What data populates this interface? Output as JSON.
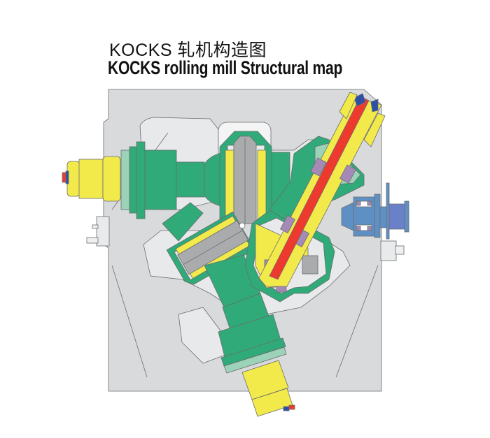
{
  "title": {
    "chinese": "KOCKS 轧机构造图",
    "english": "KOCKS rolling mill Structural map"
  },
  "diagram": {
    "subject": "KOCKS three-roll rolling mill cross-section",
    "components": [
      {
        "name": "housing",
        "color": "#d9dadb"
      },
      {
        "name": "roll-shafts",
        "color": "#2faa78"
      },
      {
        "name": "bearing-housings",
        "color": "#f2ea4a"
      },
      {
        "name": "rolls",
        "color": "#a9abad"
      },
      {
        "name": "drive-shaft-adjustment",
        "color": "#ee3a2e"
      },
      {
        "name": "spindle-end-caps",
        "color": "#2d4fa8"
      },
      {
        "name": "bearings",
        "color": "#a58ab8"
      },
      {
        "name": "seal-plates",
        "color": "#9cd2b8"
      },
      {
        "name": "right-drive-unit",
        "color": "#5f90c4"
      }
    ],
    "colors": {
      "housing": "#d9dadb",
      "housing_dark": "#c9cacc",
      "outline": "#6a6c70",
      "green": "#2faa78",
      "green_light": "#9cd2b8",
      "yellow": "#f2ea4a",
      "gray_roll": "#a9abad",
      "red": "#ee3a2e",
      "blue": "#2d4fa8",
      "blue_light": "#5f90c4",
      "purple": "#a58ab8",
      "white": "#ffffff"
    }
  }
}
